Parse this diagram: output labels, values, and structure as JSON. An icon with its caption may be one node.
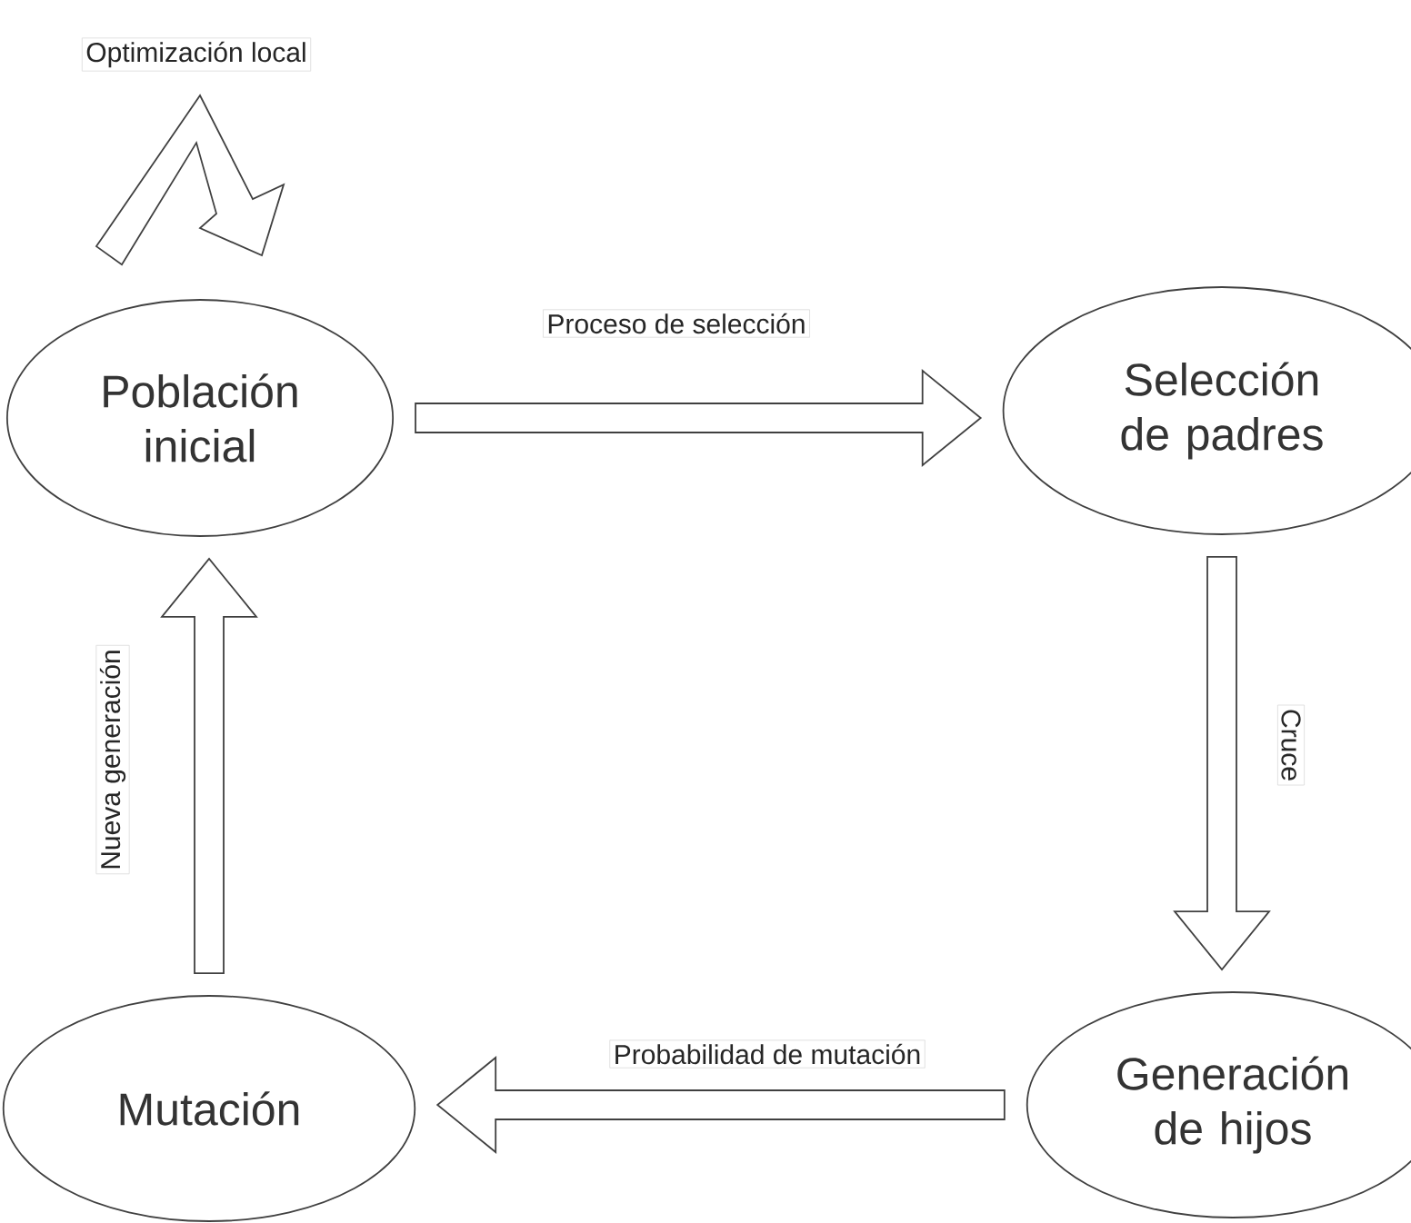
{
  "diagram": {
    "nodes": [
      {
        "text": [
          "Población inicial"
        ]
      },
      {
        "text": [
          "Selección de padres"
        ]
      },
      {
        "text": [
          "Generación de hijos"
        ]
      },
      {
        "text": [
          "Mutación"
        ]
      }
    ],
    "edges": [
      {
        "from": 0,
        "to": 1,
        "arrow": "to",
        "label": "Proceso de selección"
      },
      {
        "from": 1,
        "to": 2,
        "arrow": "to",
        "label": "Cruce"
      },
      {
        "from": 2,
        "to": 3,
        "arrow": "to",
        "label": "Probabilidad de mutación"
      },
      {
        "from": 3,
        "to": 0,
        "arrow": "to",
        "label": "Nueva generación"
      },
      {
        "from": 0,
        "to": 0,
        "arrow": "to",
        "label": "Optimización local"
      }
    ]
  }
}
